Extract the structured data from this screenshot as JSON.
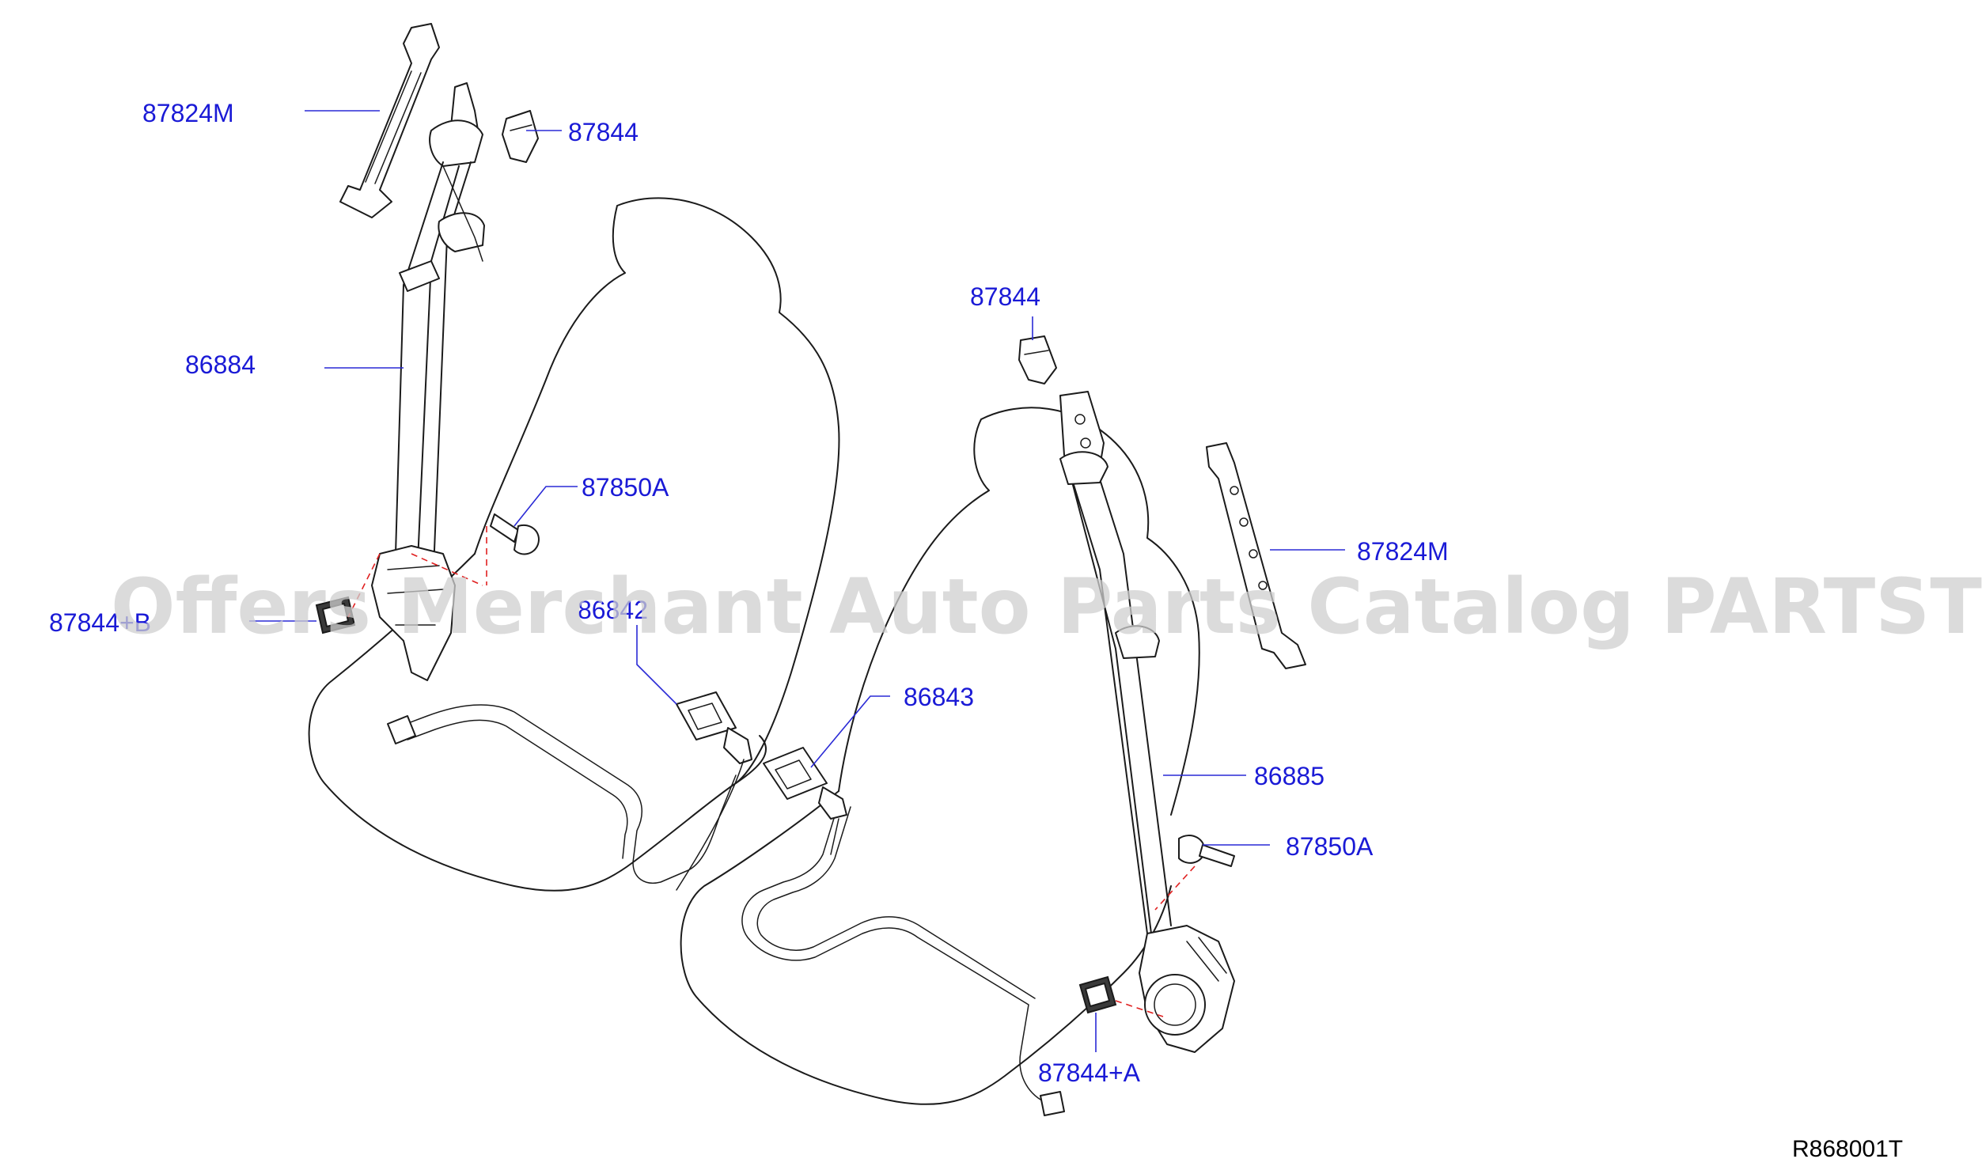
{
  "diagram": {
    "labels": {
      "l_87824m_top": "87824M",
      "l_87844_top": "87844",
      "l_86884": "86884",
      "l_87850a_left": "87850A",
      "l_87844b": "87844+B",
      "l_86842": "86842",
      "l_86843": "86843",
      "l_87844_mid": "87844",
      "l_87824m_right": "87824M",
      "l_86885": "86885",
      "l_87850a_right": "87850A",
      "l_87844a": "87844+A"
    },
    "reference_code": "R868001T",
    "watermark": "Offers Merchant Auto Parts Catalog PARTSTORE.SA",
    "colors": {
      "label": "#1a1ad6",
      "leader": "#2a2ad6",
      "dashed_guide": "#e02020",
      "line_art": "#1b1b1b"
    }
  }
}
